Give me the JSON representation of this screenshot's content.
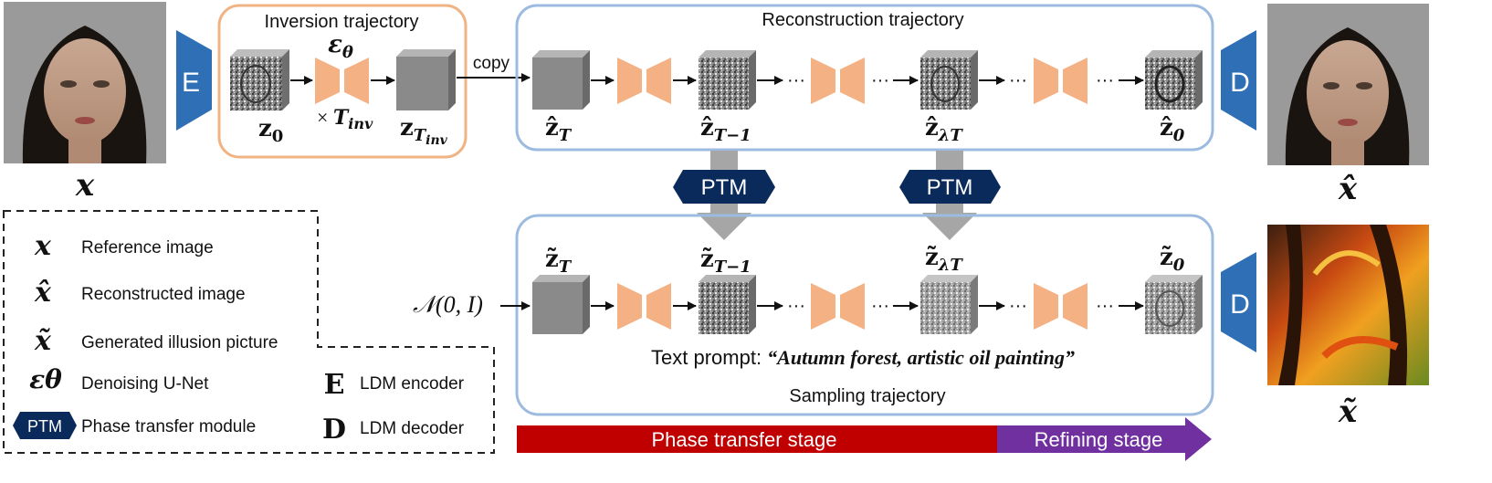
{
  "inversion": {
    "title": "Inversion trajectory",
    "z0": "z",
    "z0_sub": "0",
    "epsilon": "ε",
    "epsilon_sub": "θ",
    "times": "× ",
    "tinv": "T",
    "tinv_sub": "inv",
    "zt": "z",
    "zt_sub_t": "T",
    "zt_sub_inv": "inv"
  },
  "copy_label": "copy",
  "reconstruction": {
    "title": "Reconstruction trajectory",
    "labels": [
      "ẑ",
      "ẑ",
      "ẑ",
      "ẑ"
    ],
    "subs": [
      "T",
      "T−1",
      "λT",
      "0"
    ]
  },
  "sampling": {
    "title": "Sampling trajectory",
    "labels": [
      "z̃",
      "z̃",
      "z̃",
      "z̃"
    ],
    "subs": [
      "T",
      "T−1",
      "λT",
      "0"
    ],
    "noise": "𝒩(0, I)",
    "prompt_prefix": "Text prompt: ",
    "prompt_text": "“Autumn forest, artistic oil painting”"
  },
  "encoder_label": "E",
  "decoder_label": "D",
  "ptm_label": "PTM",
  "x_label": "x",
  "dots": "···",
  "legend": {
    "items": [
      {
        "symbol": "x",
        "text": "Reference image"
      },
      {
        "symbol": "x̂",
        "text": "Reconstructed image"
      },
      {
        "symbol": "x̃",
        "text": "Generated illusion picture"
      },
      {
        "symbol": "εθ",
        "text": "Denoising U-Net"
      },
      {
        "symbol": "PTM",
        "text": "Phase transfer module"
      },
      {
        "symbol": "E",
        "text": "LDM encoder"
      },
      {
        "symbol": "D",
        "text": "LDM decoder"
      }
    ]
  },
  "stages": {
    "phase_transfer": "Phase transfer stage",
    "refining": "Refining stage"
  },
  "colors": {
    "encoder_blue": "#2e6fb6",
    "unet_orange": "#f4b183",
    "inversion_border": "#f0b384",
    "traj_border": "#9dbbe0",
    "ptm_navy": "#0b2a5c",
    "phase_red": "#c00000",
    "refine_purple": "#7030a0",
    "arrow_gray": "#a6a6a6"
  }
}
